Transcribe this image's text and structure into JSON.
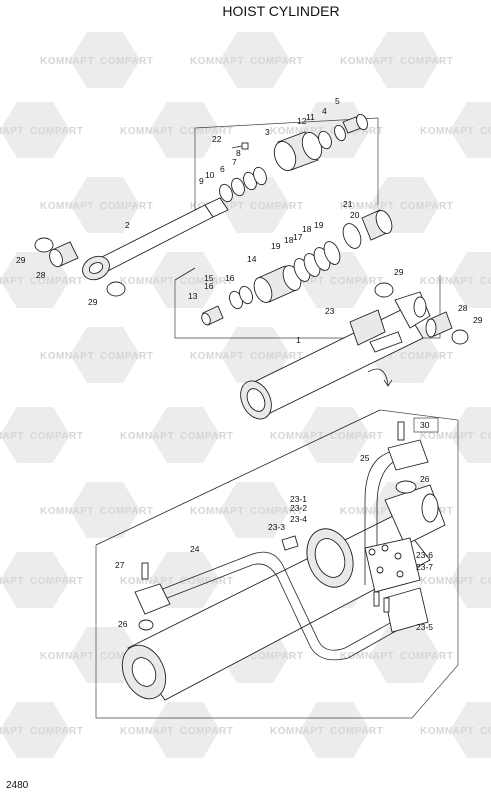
{
  "title": "HOIST CYLINDER",
  "page_number": "2480",
  "watermark": {
    "left_text": "KOMNAPT",
    "right_text": "COMPART"
  },
  "callouts": [
    {
      "id": "c1",
      "label": "1"
    },
    {
      "id": "c2",
      "label": "2"
    },
    {
      "id": "c3",
      "label": "3"
    },
    {
      "id": "c4",
      "label": "4"
    },
    {
      "id": "c5",
      "label": "5"
    },
    {
      "id": "c6",
      "label": "6"
    },
    {
      "id": "c7",
      "label": "7"
    },
    {
      "id": "c8",
      "label": "8"
    },
    {
      "id": "c9",
      "label": "9"
    },
    {
      "id": "c10",
      "label": "10"
    },
    {
      "id": "c11",
      "label": "11"
    },
    {
      "id": "c12",
      "label": "12"
    },
    {
      "id": "c13",
      "label": "13"
    },
    {
      "id": "c14",
      "label": "14"
    },
    {
      "id": "c15",
      "label": "15"
    },
    {
      "id": "c16a",
      "label": "16"
    },
    {
      "id": "c16b",
      "label": "16"
    },
    {
      "id": "c17",
      "label": "17"
    },
    {
      "id": "c18a",
      "label": "18"
    },
    {
      "id": "c18b",
      "label": "18"
    },
    {
      "id": "c19a",
      "label": "19"
    },
    {
      "id": "c19b",
      "label": "19"
    },
    {
      "id": "c20",
      "label": "20"
    },
    {
      "id": "c21",
      "label": "21"
    },
    {
      "id": "c22",
      "label": "22"
    },
    {
      "id": "c23",
      "label": "23"
    },
    {
      "id": "c28a",
      "label": "28"
    },
    {
      "id": "c28b",
      "label": "28"
    },
    {
      "id": "c29a",
      "label": "29"
    },
    {
      "id": "c29b",
      "label": "29"
    },
    {
      "id": "c29c",
      "label": "29"
    },
    {
      "id": "c29d",
      "label": "29"
    },
    {
      "id": "c30",
      "label": "30"
    },
    {
      "id": "c25",
      "label": "25"
    },
    {
      "id": "c26a",
      "label": "26"
    },
    {
      "id": "c26b",
      "label": "26"
    },
    {
      "id": "c231",
      "label": "23-1"
    },
    {
      "id": "c232",
      "label": "23-2"
    },
    {
      "id": "c233",
      "label": "23-3"
    },
    {
      "id": "c234",
      "label": "23-4"
    },
    {
      "id": "c24",
      "label": "24"
    },
    {
      "id": "c27",
      "label": "27"
    },
    {
      "id": "c236",
      "label": "23-6"
    },
    {
      "id": "c237",
      "label": "23-7"
    },
    {
      "id": "c235",
      "label": "23-5"
    }
  ]
}
